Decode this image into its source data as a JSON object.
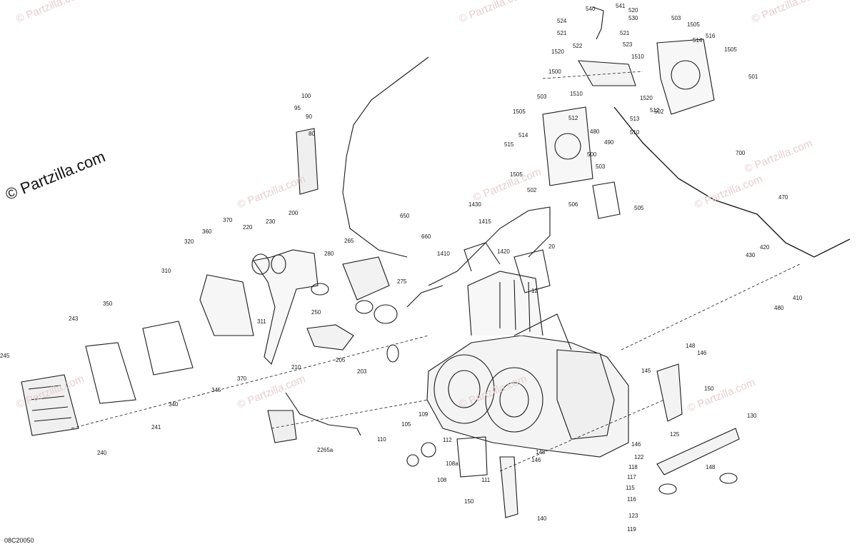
{
  "watermark": {
    "copyright": "© Partzilla.com",
    "repeat_text": "© Partzilla.com"
  },
  "diagram_code": "08C20050",
  "callouts": [
    "540",
    "541",
    "520",
    "530",
    "524",
    "521",
    "521",
    "522",
    "523",
    "1520",
    "1510",
    "1500",
    "503",
    "1505",
    "514",
    "516",
    "1505",
    "501",
    "1510",
    "1520",
    "512",
    "503",
    "502",
    "1505",
    "512",
    "513",
    "514",
    "510",
    "480",
    "490",
    "515",
    "500",
    "1505",
    "503",
    "502",
    "506",
    "505",
    "700",
    "470",
    "100",
    "95",
    "90",
    "80",
    "1430",
    "1415",
    "650",
    "660",
    "1410",
    "1420",
    "20",
    "320",
    "360",
    "370",
    "230",
    "220",
    "200",
    "310",
    "265",
    "280",
    "275",
    "12",
    "420",
    "430",
    "410",
    "480",
    "350",
    "311",
    "250",
    "243",
    "210",
    "205",
    "203",
    "245",
    "370",
    "345",
    "340",
    "148",
    "146",
    "145",
    "150",
    "241",
    "240",
    "109",
    "105",
    "110",
    "112",
    "108a",
    "108",
    "111",
    "148",
    "146",
    "130",
    "125",
    "146",
    "122",
    "118",
    "117",
    "115",
    "116",
    "123",
    "119",
    "2265a",
    "150",
    "140",
    "148"
  ]
}
